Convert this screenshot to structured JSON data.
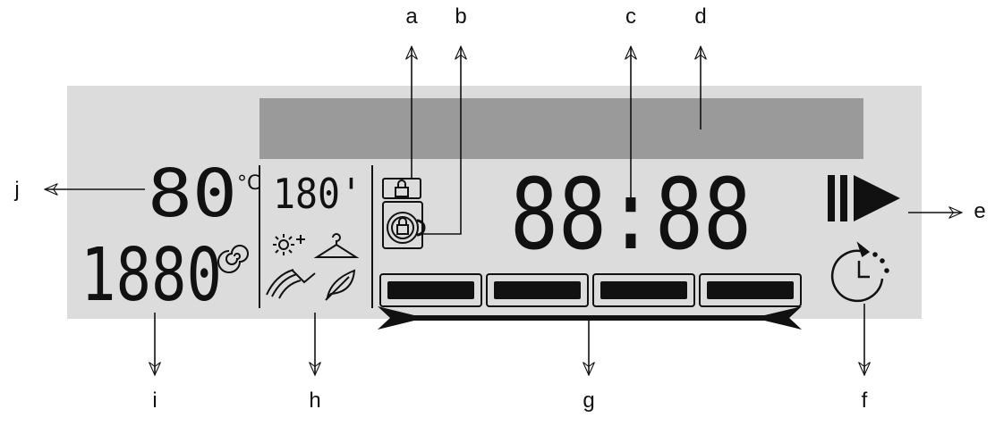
{
  "display": {
    "temperature": "80",
    "temperature_unit": "°C",
    "spin_speed": "1880",
    "duration": "180'",
    "time": "88:88"
  },
  "callouts": {
    "a": "a",
    "b": "b",
    "c": "c",
    "d": "d",
    "e": "e",
    "f": "f",
    "g": "g",
    "h": "h",
    "i": "i",
    "j": "j"
  },
  "colors": {
    "panel": "#dcdcdc",
    "bar": "#9a9a9a",
    "ink": "#111111"
  },
  "progress": {
    "segments_total": 4,
    "segments_filled": 4
  }
}
